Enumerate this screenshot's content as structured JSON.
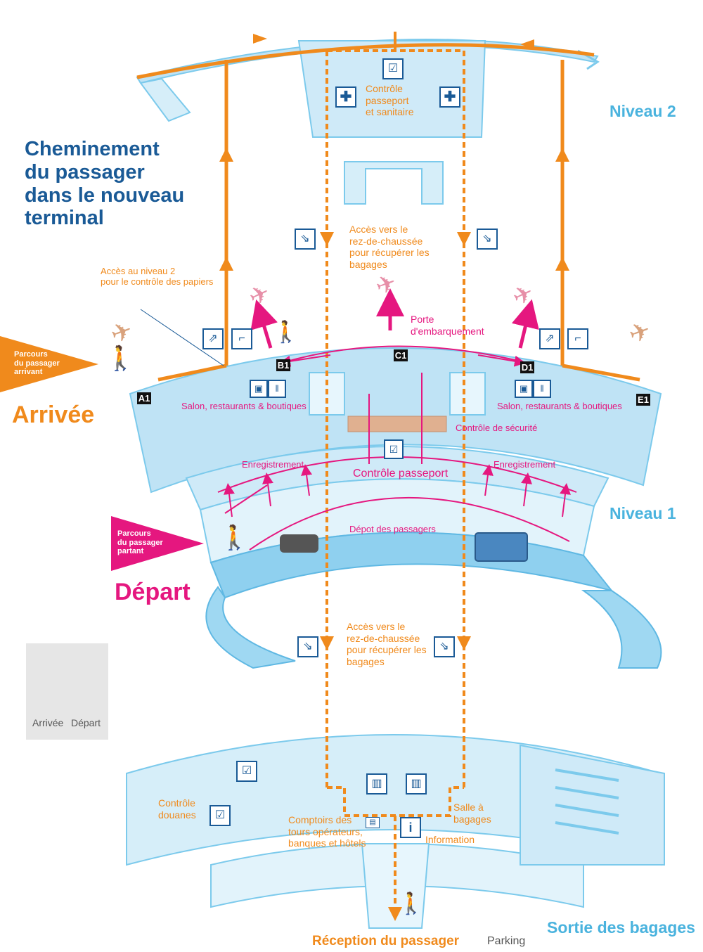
{
  "title": "Cheminement\ndu passager\ndans le nouveau\nterminal",
  "levels": {
    "niveau2": "Niveau 2",
    "niveau1": "Niveau 1",
    "sortie": "Sortie des bagages"
  },
  "arrivee": {
    "label": "Arrivée",
    "parcours": "Parcours\ndu passager\narrivant",
    "acces_niveau2": "Accès au niveau 2\npour le contrôle des papiers"
  },
  "depart": {
    "label": "Départ",
    "parcours": "Parcours\ndu passager\npartant"
  },
  "niveau2_labels": {
    "controle": "Contrôle\npasseport\net sanitaire",
    "acces_top": "Accès vers le\nrez-de-chaussée\npour récupérer les\nbagages"
  },
  "niveau1_labels": {
    "porte": "Porte\nd'embarquement",
    "salon_left": "Salon, restaurants & boutiques",
    "salon_right": "Salon, restaurants & boutiques",
    "securite": "Contrôle de sécurité",
    "enregistrement_left": "Enregistrement",
    "enregistrement_right": "Enregistrement",
    "passeport": "Contrôle passeport",
    "depot": "Dépot des passagers",
    "acces_mid": "Accès vers le\nrez-de-chaussée\npour récupérer les\nbagages"
  },
  "gates": [
    "A1",
    "B1",
    "C1",
    "D1",
    "E1"
  ],
  "ground_labels": {
    "douanes": "Contrôle\ndouanes",
    "comptoirs": "Comptoirs des\ntours opérateurs,\nbanques et hôtels",
    "information": "Information",
    "salle": "Salle à\nbagages",
    "reception": "Réception du passager",
    "parking": "Parking"
  },
  "legend": {
    "arrivee": "Arrivée",
    "depart": "Départ"
  },
  "colors": {
    "orange": "#f08a1c",
    "pink": "#e5177f",
    "title_blue": "#1a5a96",
    "level_blue": "#4ab3de",
    "building": "#bfe3f5",
    "building_edge": "#7ccaec"
  },
  "icons": [
    "escalator-up-icon",
    "stairs-up-icon",
    "escalator-down-icon",
    "passport-control-icon",
    "medical-cross-icon",
    "airplane-icon",
    "baggage-icon",
    "shop-icon",
    "restaurant-icon",
    "information-icon",
    "hotel-icon",
    "customs-icon",
    "car-icon",
    "bus-icon",
    "walking-person-icon"
  ]
}
